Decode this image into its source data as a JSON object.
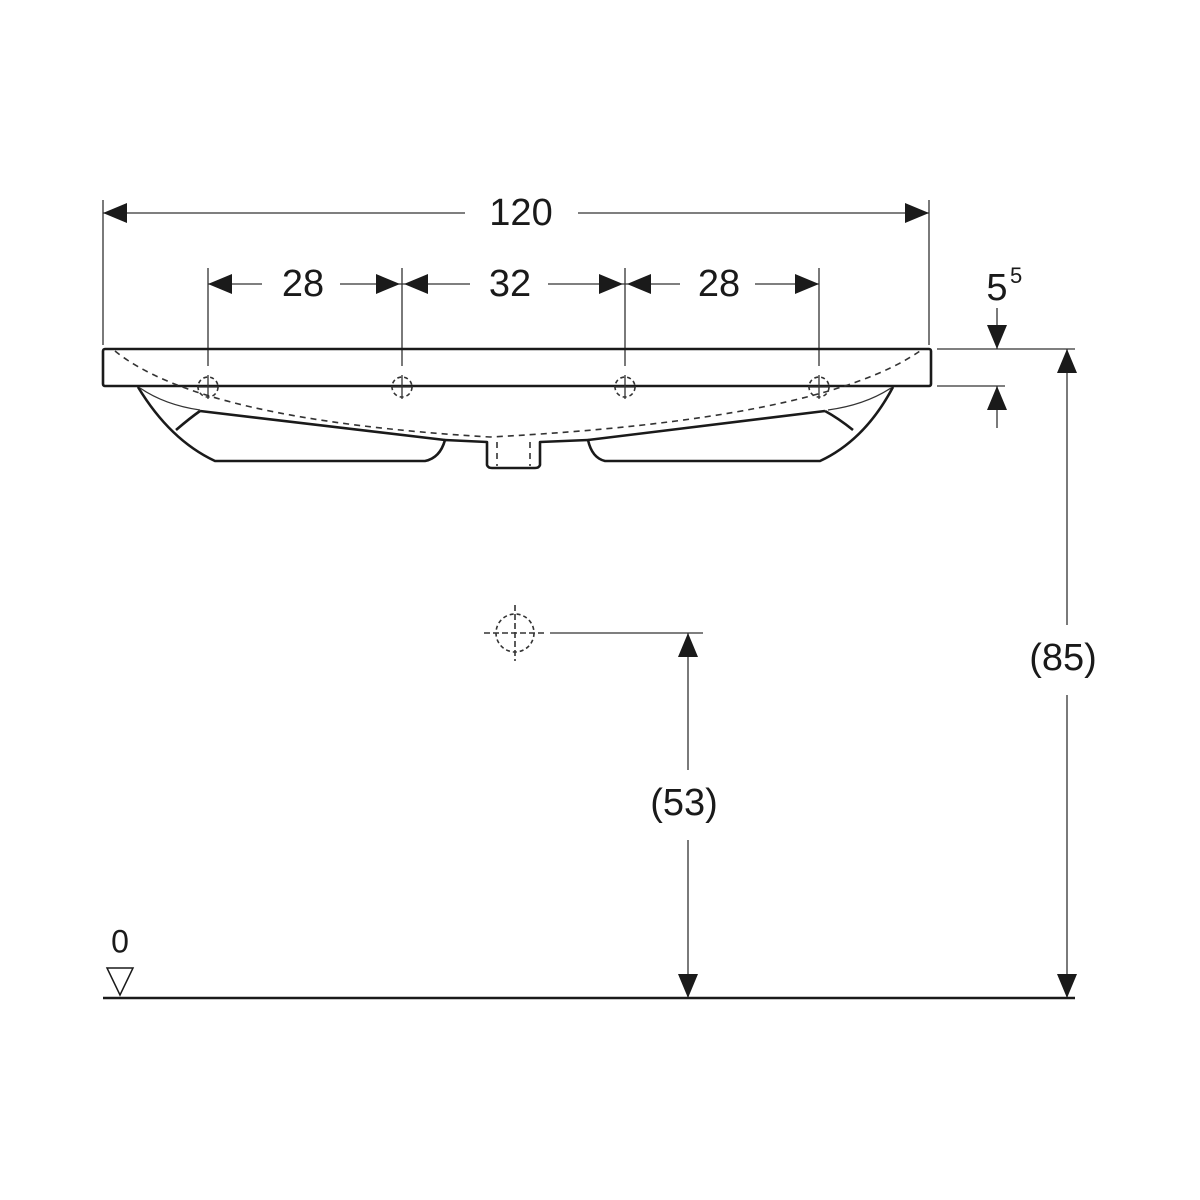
{
  "drawing": {
    "overall_width": "120",
    "hole_spacing": [
      "28",
      "32",
      "28"
    ],
    "rim_thickness_base": "5",
    "rim_thickness_sup": "5",
    "overall_height": "(85)",
    "waste_height": "(53)",
    "floor_level": "0"
  },
  "colors": {
    "line": "#1a1a1a",
    "background": "#ffffff"
  }
}
